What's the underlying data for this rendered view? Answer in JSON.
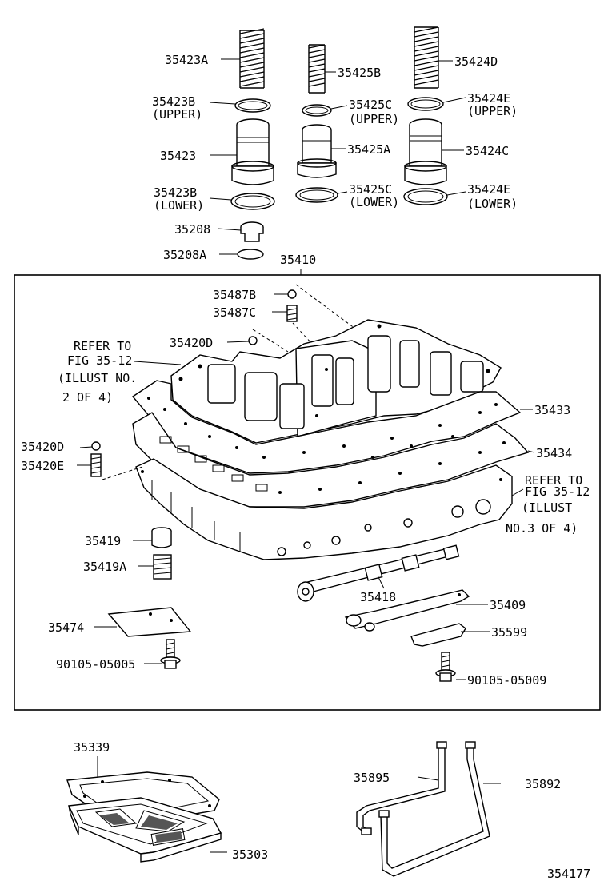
{
  "diagram": {
    "figure_number": "354177",
    "assembly_number": "35410",
    "parts": {
      "p35423A": "35423A",
      "p35423B_upper": "35423B",
      "p35423B_upper_note": "(UPPER)",
      "p35423": "35423",
      "p35423B_lower": "35423B",
      "p35423B_lower_note": "(LOWER)",
      "p35208": "35208",
      "p35208A": "35208A",
      "p35425B": "35425B",
      "p35425C_upper": "35425C",
      "p35425C_upper_note": "(UPPER)",
      "p35425A": "35425A",
      "p35425C_lower": "35425C",
      "p35425C_lower_note": "(LOWER)",
      "p35424D": "35424D",
      "p35424E_upper": "35424E",
      "p35424E_upper_note": "(UPPER)",
      "p35424C": "35424C",
      "p35424E_lower": "35424E",
      "p35424E_lower_note": "(LOWER)",
      "p35487B": "35487B",
      "p35487C": "35487C",
      "p35420D_top": "35420D",
      "p35433": "35433",
      "p35434": "35434",
      "p35420D_left": "35420D",
      "p35420E": "35420E",
      "p35419": "35419",
      "p35419A": "35419A",
      "p35418": "35418",
      "p35409": "35409",
      "p35474": "35474",
      "p35599": "35599",
      "bolt_left": "90105-05005",
      "bolt_right": "90105-05009",
      "p35339": "35339",
      "p35303": "35303",
      "p35895": "35895",
      "p35892": "35892"
    },
    "refer_left": {
      "line1": "REFER TO",
      "line2": "FIG 35-12",
      "line3": "(ILLUST NO.",
      "line4": "2 OF 4)"
    },
    "refer_right": {
      "line1": "REFER TO",
      "line2": "FIG 35-12",
      "line3": "(ILLUST",
      "line4": "NO.3 OF 4)"
    }
  }
}
